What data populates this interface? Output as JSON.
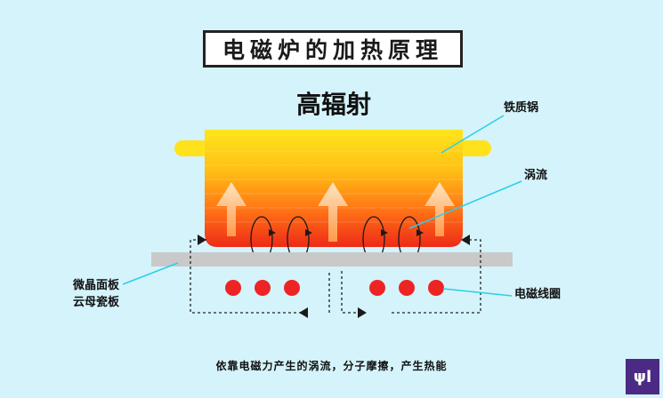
{
  "title": "电磁炉的加热原理",
  "subtitle": "高辐射",
  "labels": {
    "pot": "铁质锅",
    "eddy": "涡流",
    "plate_line1": "微晶面板",
    "plate_line2": "云母瓷板",
    "coil": "电磁线圈"
  },
  "footer": "依靠电磁力产生的涡流，分子摩擦，产生热能",
  "logo": "ψl",
  "colors": {
    "background": "#d5f3fb",
    "pot_top": "#ffe21c",
    "pot_bottom": "#f03018",
    "coil": "#ee2424",
    "plate": "#c9c9c9",
    "pointer": "#28d0ea"
  }
}
